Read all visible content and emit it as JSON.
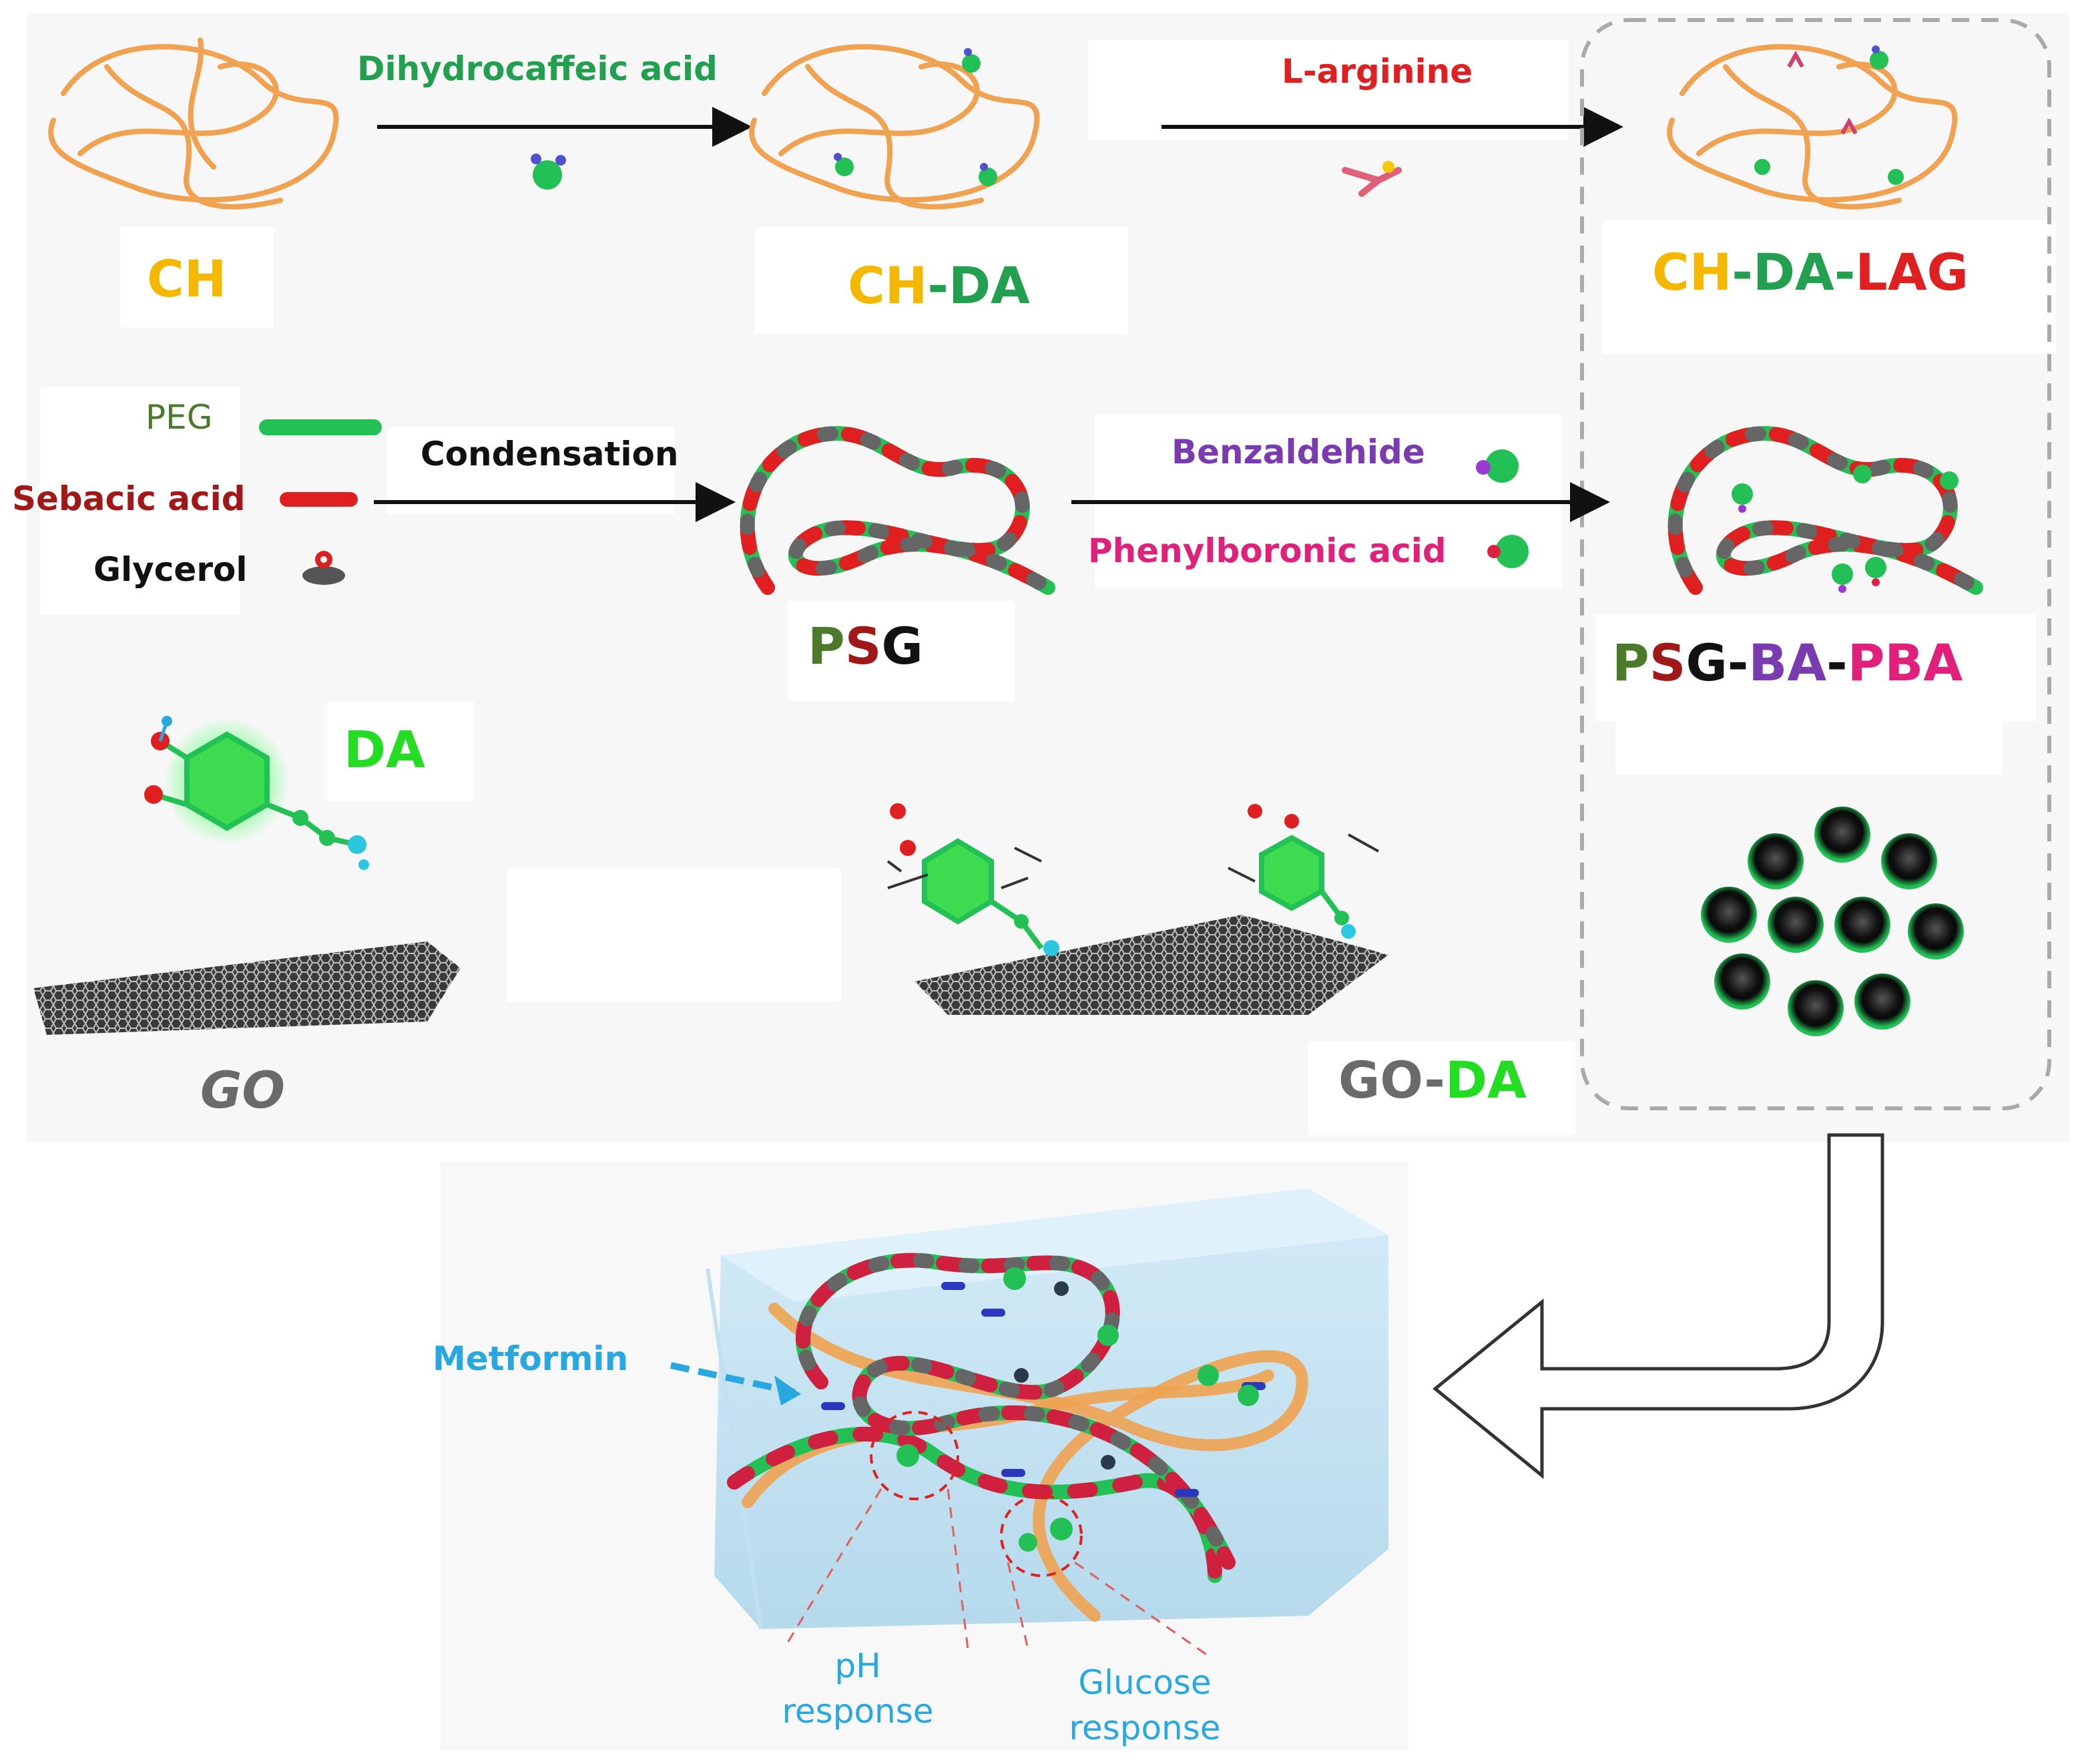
{
  "colors": {
    "orange": "#f0a250",
    "green": "#22c055",
    "red": "#e02020",
    "dark_red": "#a01818",
    "purple": "#7a3ab0",
    "pink": "#e0207a",
    "gray": "#6a6a6a",
    "blue": "#29a8e0",
    "olive": "#4a7a2a",
    "black": "#111111",
    "yellow": "#f5b800"
  },
  "top_row": {
    "ch": "CH",
    "reagent_1": "Dihydrocaffeic acid",
    "ch_da": {
      "ch": "CH",
      "sep": "-",
      "da": "DA"
    },
    "reagent_2": "L-arginine",
    "ch_da_lag": {
      "ch": "CH",
      "sep1": "-",
      "da": "DA",
      "sep2": "-",
      "lag": "LAG"
    }
  },
  "middle_row": {
    "peg": "PEG",
    "sebacic": "Sebacic acid",
    "glycerol": "Glycerol",
    "condensation": "Condensation",
    "psg": {
      "p": "P",
      "s": "S",
      "g": "G"
    },
    "benzaldehide": "Benzaldehide",
    "phenylboronic": "Phenylboronic acid",
    "psg_ba_pba": {
      "p": "P",
      "s": "S",
      "g": "G",
      "sep1": "-",
      "ba": "BA",
      "sep2": "-",
      "pba": "PBA"
    }
  },
  "lower_row": {
    "da": "DA",
    "go": "GO",
    "go_da": {
      "go": "GO",
      "sep": "-",
      "da": "DA"
    }
  },
  "hydrogel": {
    "metformin": "Metformin",
    "ph_response_1": "pH",
    "ph_response_2": "response",
    "glucose_response_1": "Glucose",
    "glucose_response_2": "response"
  }
}
